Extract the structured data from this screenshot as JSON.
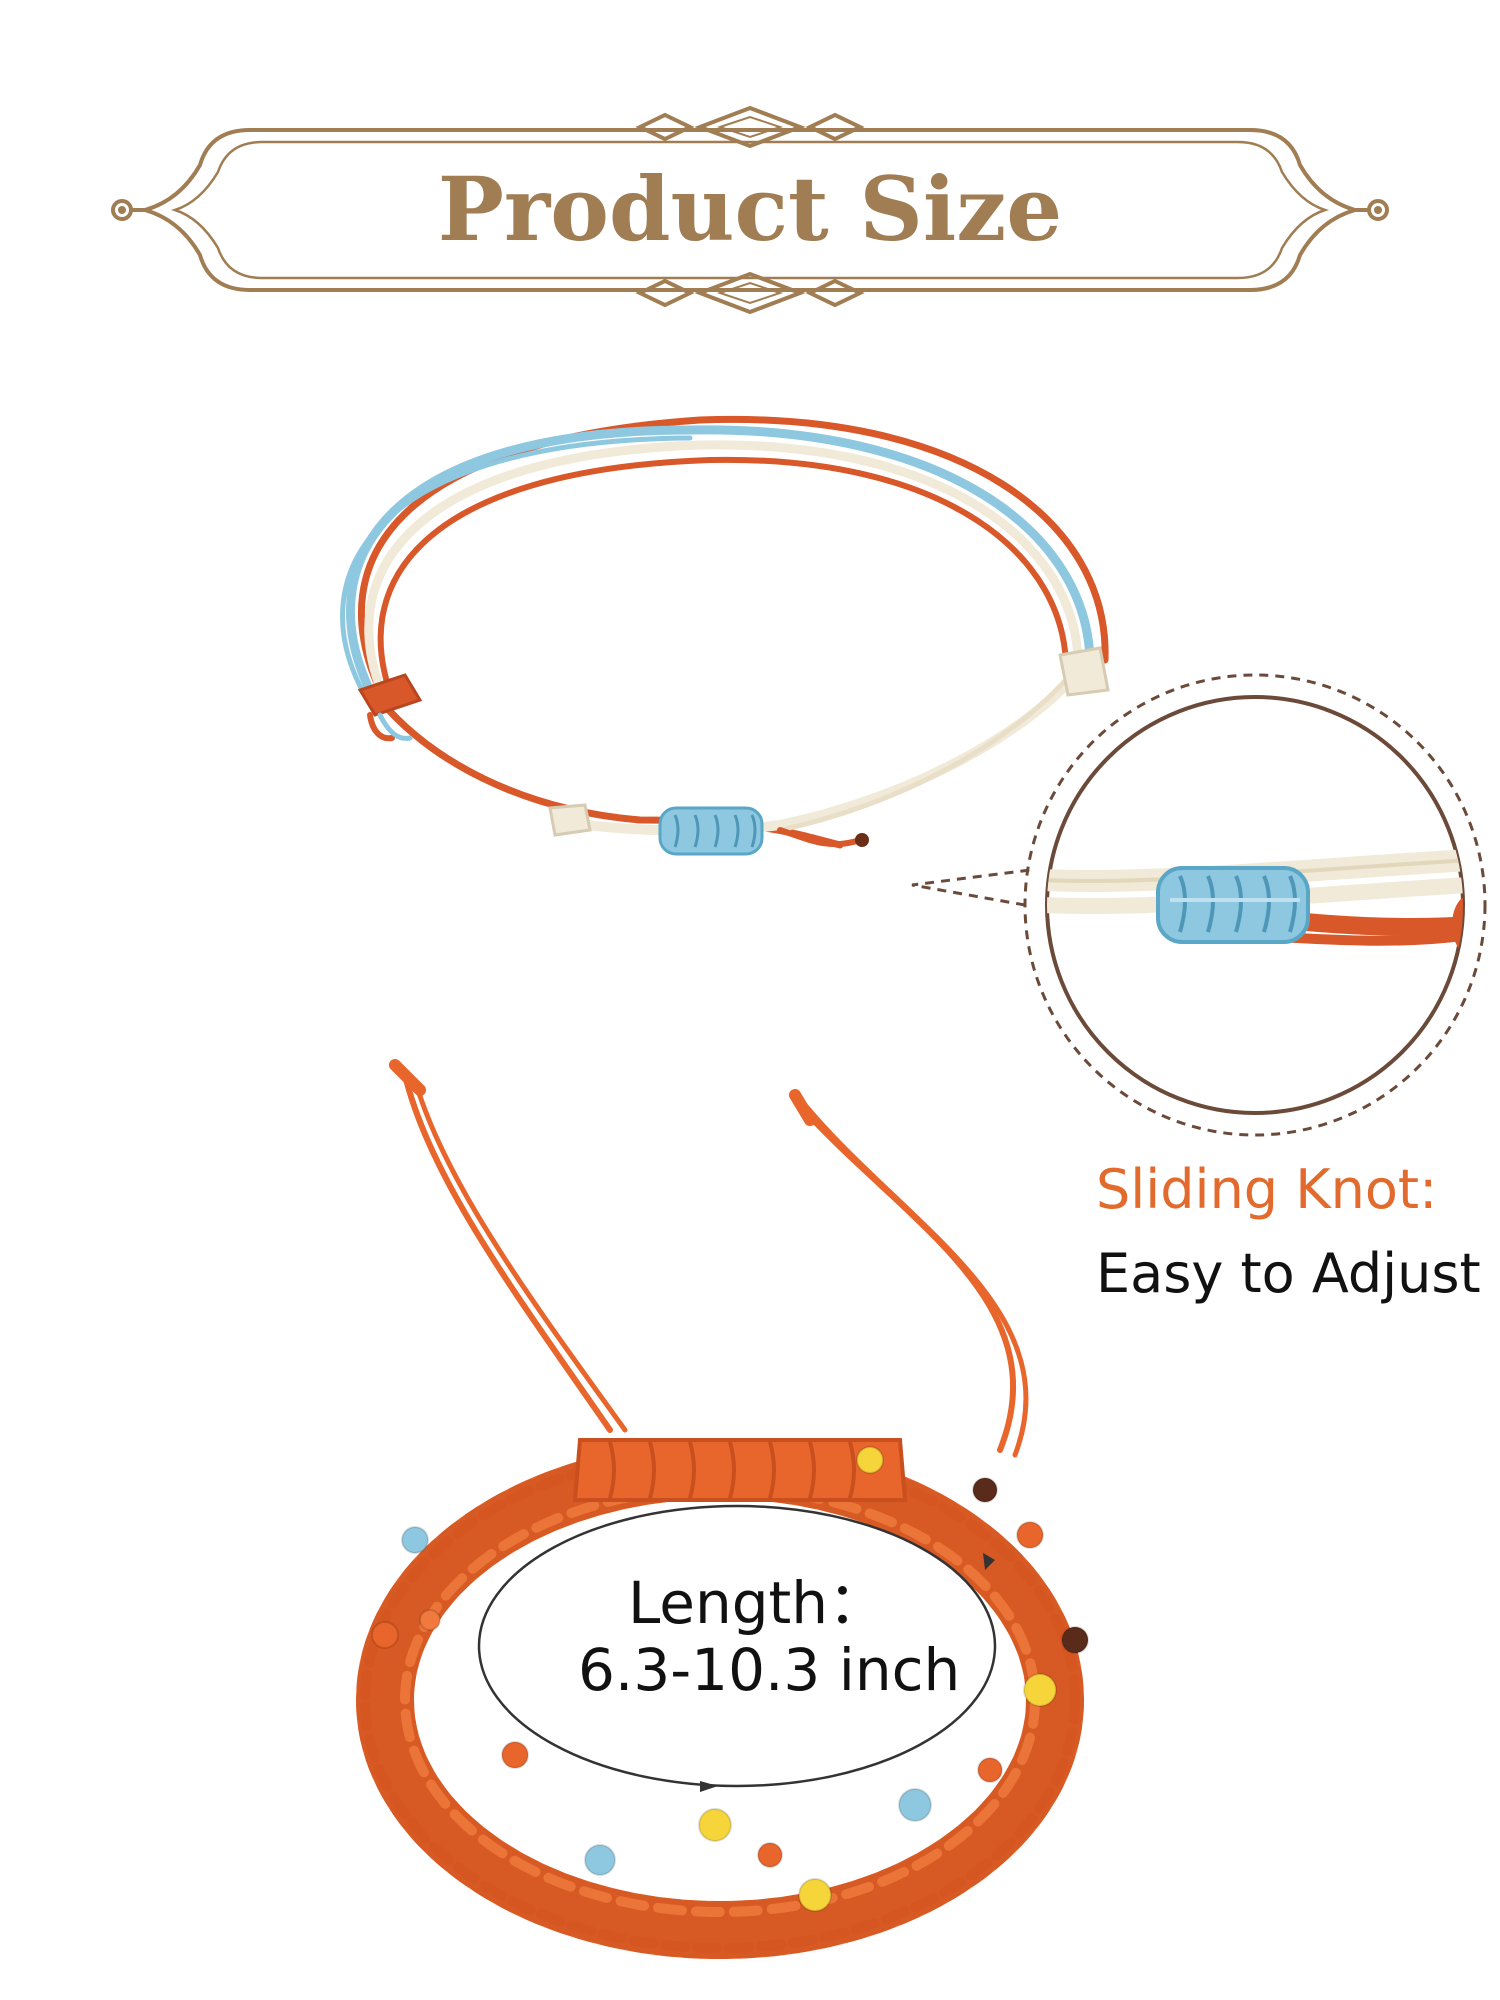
{
  "header": {
    "title": "Product Size",
    "frame_color": "#a07d52"
  },
  "callout": {
    "title": "Sliding Knot:",
    "subtitle": "Easy to Adjust",
    "title_color": "#e36a2d",
    "circle_border_color": "#6b4a3a"
  },
  "measurement": {
    "label": "Length：",
    "value": "6.3-10.3 inch"
  },
  "products": [
    {
      "name": "multi-strand-cord-bracelet",
      "colors": [
        "#8dc8e0",
        "#f1ead8",
        "#d9582a"
      ]
    },
    {
      "name": "braided-beaded-bracelet",
      "colors": [
        "#e8652b",
        "#f5d53a",
        "#8dc8e0",
        "#5a2b1a"
      ]
    }
  ]
}
